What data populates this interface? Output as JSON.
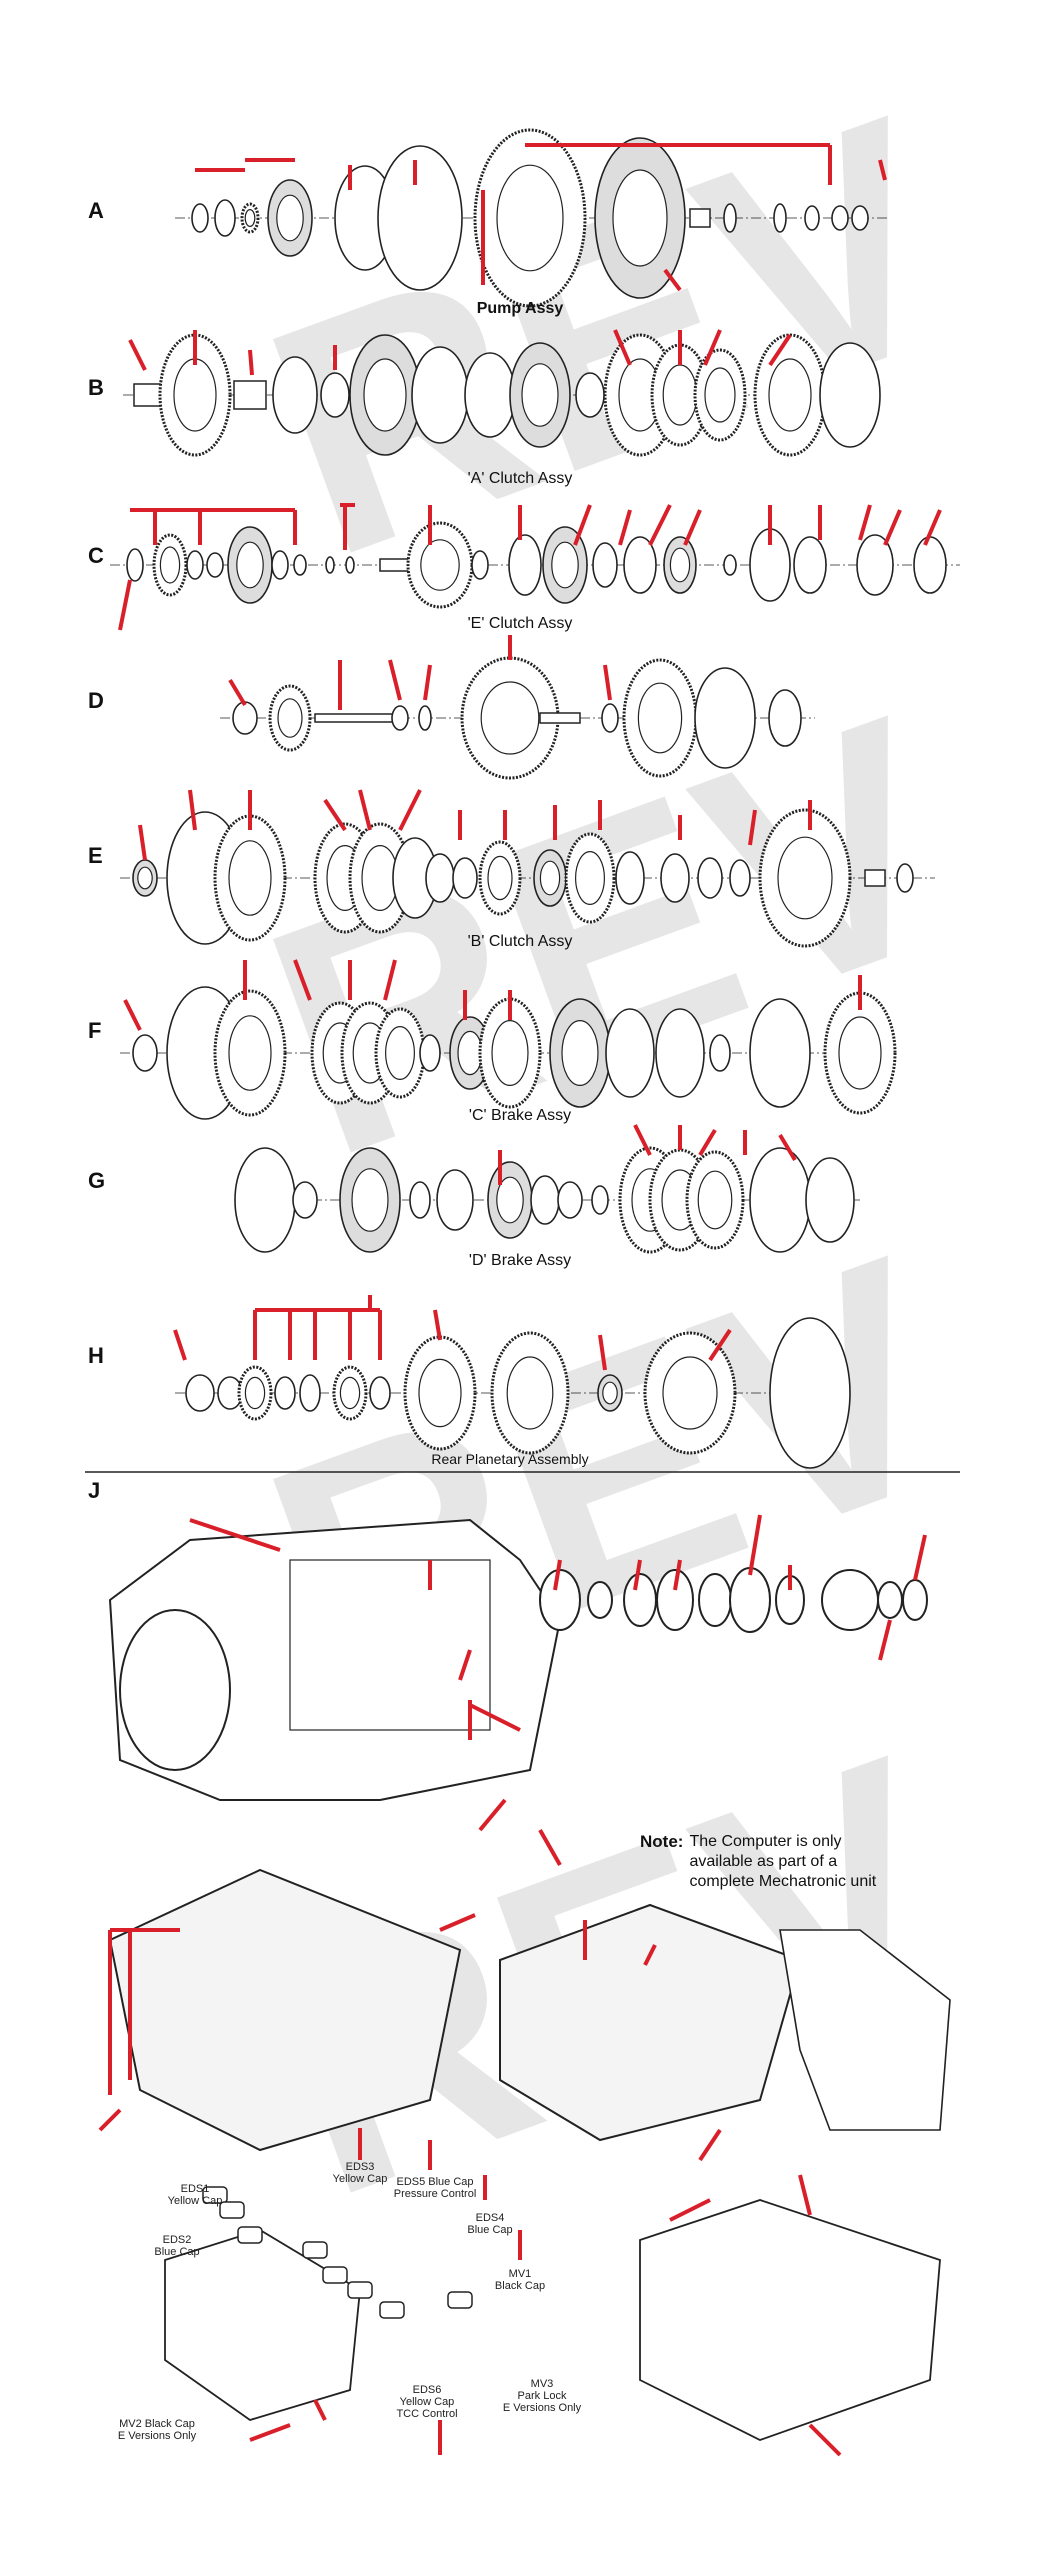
{
  "rows": [
    {
      "letter": "A",
      "caption": "Pump Assy"
    },
    {
      "letter": "B",
      "caption": "'A' Clutch Assy"
    },
    {
      "letter": "C",
      "caption": "'E' Clutch Assy"
    },
    {
      "letter": "D",
      "caption": ""
    },
    {
      "letter": "E",
      "caption": "'B' Clutch Assy"
    },
    {
      "letter": "F",
      "caption": "'C' Brake Assy"
    },
    {
      "letter": "G",
      "caption": "'D' Brake Assy"
    },
    {
      "letter": "H",
      "caption": "Rear Planetary Assembly"
    },
    {
      "letter": "J",
      "caption": ""
    }
  ],
  "note": {
    "label": "Note:",
    "line1": "The Computer is only",
    "line2": "available as part of a",
    "line3": "complete Mechatronic unit"
  },
  "solenoids": {
    "eds1": [
      "EDS1",
      "Yellow Cap"
    ],
    "eds2": [
      "EDS2",
      "Blue Cap"
    ],
    "eds3": [
      "EDS3",
      "Yellow Cap"
    ],
    "eds5": [
      "EDS5 Blue Cap",
      "Pressure Control"
    ],
    "eds4": [
      "EDS4",
      "Blue Cap"
    ],
    "mv1": [
      "MV1",
      "Black Cap"
    ],
    "mv2": [
      "MV2 Black Cap",
      "E Versions Only"
    ],
    "eds6": [
      "EDS6",
      "Yellow Cap",
      "TCC Control"
    ],
    "mv3": [
      "MV3",
      "Park Lock",
      "E Versions Only"
    ]
  },
  "watermark": "REV",
  "colors": {
    "leader": "#d9202a",
    "line": "#222222",
    "watermark": "#e6e6e6"
  }
}
